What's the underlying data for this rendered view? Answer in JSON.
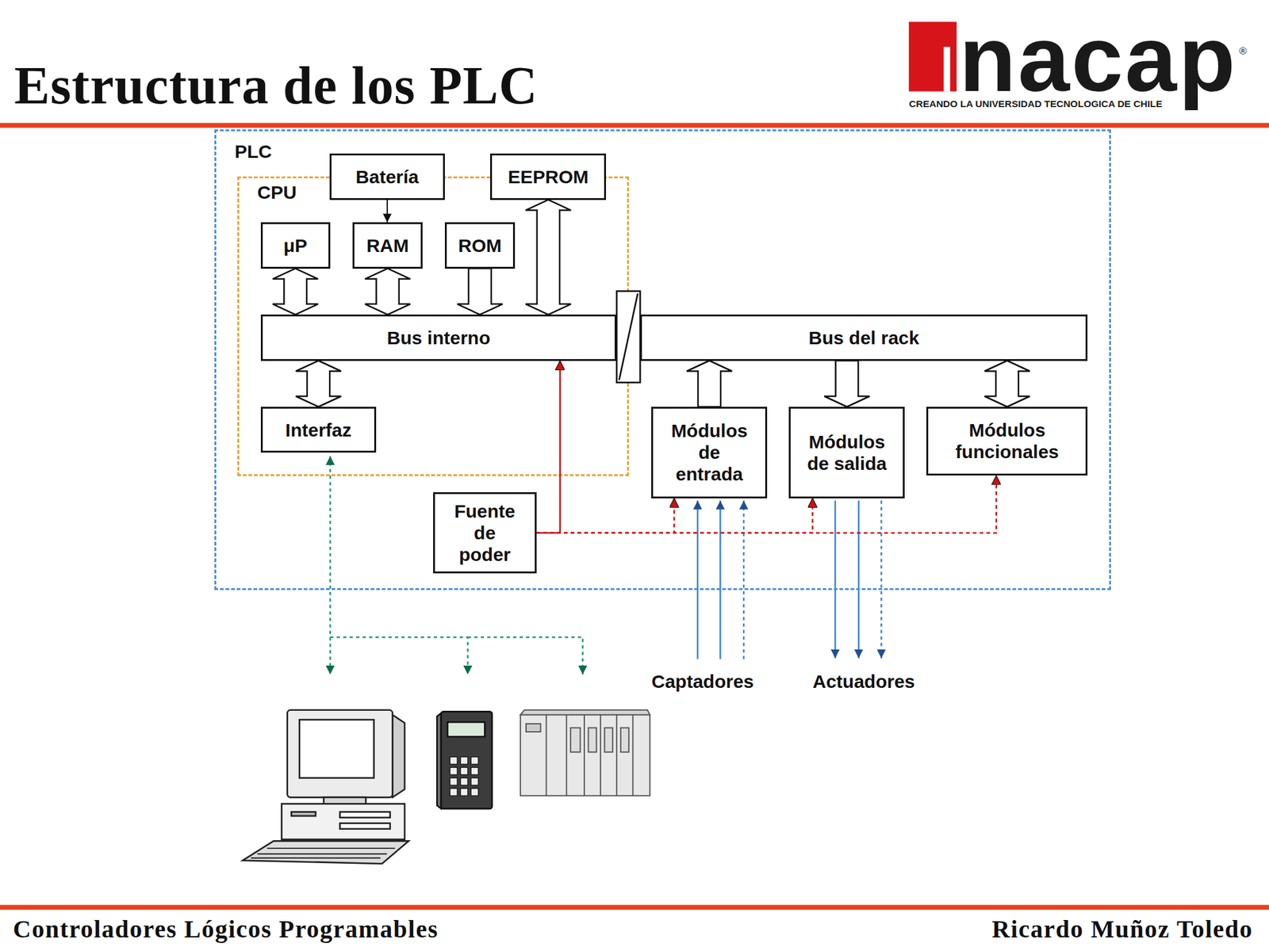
{
  "diagram": {
    "title": "Estructura de los PLC",
    "nodes": [
      {
        "text": [
          "PLC"
        ]
      },
      {
        "text": [
          "CPU"
        ],
        "in": 0
      },
      {
        "text": [
          "Batería"
        ],
        "in": 1
      },
      {
        "text": [
          "EEPROM"
        ],
        "in": 1
      },
      {
        "text": [
          "μP"
        ],
        "in": 1
      },
      {
        "text": [
          "RAM"
        ],
        "in": 1
      },
      {
        "text": [
          "ROM"
        ],
        "in": 1
      },
      {
        "text": [
          "Bus interno"
        ],
        "in": 1
      },
      {
        "text": [
          "Interfaz"
        ],
        "in": 1
      },
      {
        "text": [
          "Bus del rack"
        ],
        "in": 0
      },
      {
        "text": [
          "Módulos de entrada"
        ],
        "in": 0
      },
      {
        "text": [
          "Módulos de salida"
        ],
        "in": 0
      },
      {
        "text": [
          "Módulos funcionales"
        ],
        "in": 0
      },
      {
        "text": [
          "Fuente de poder"
        ],
        "in": 0
      }
    ],
    "edges": [
      {
        "from": 2,
        "to": 5,
        "arrow": "to"
      },
      {
        "from": 4,
        "to": 7,
        "arrow": "both"
      },
      {
        "from": 5,
        "to": 7,
        "arrow": "both"
      },
      {
        "from": 6,
        "to": 7,
        "arrow": "to"
      },
      {
        "from": 3,
        "to": 7,
        "arrow": "both"
      },
      {
        "from": 7,
        "to": 8,
        "arrow": "both"
      },
      {
        "from": 13,
        "to": 7,
        "arrow": "to"
      },
      {
        "from": 10,
        "to": 9,
        "arrow": "to"
      },
      {
        "from": 9,
        "to": 11,
        "arrow": "to"
      },
      {
        "from": 9,
        "to": 12,
        "arrow": "both"
      },
      {
        "from": 13,
        "to": 10,
        "arrow": "to"
      },
      {
        "from": 13,
        "to": 11,
        "arrow": "to"
      },
      {
        "from": 13,
        "to": 12,
        "arrow": "to"
      }
    ],
    "labels": [
      "nacap",
      "®",
      "CREANDO LA UNIVERSIDAD TECNOLOGICA DE CHILE",
      "Captadores",
      "Actuadores",
      "Controladores Lógicos Programables",
      "Ricardo Muñoz Toledo"
    ]
  }
}
